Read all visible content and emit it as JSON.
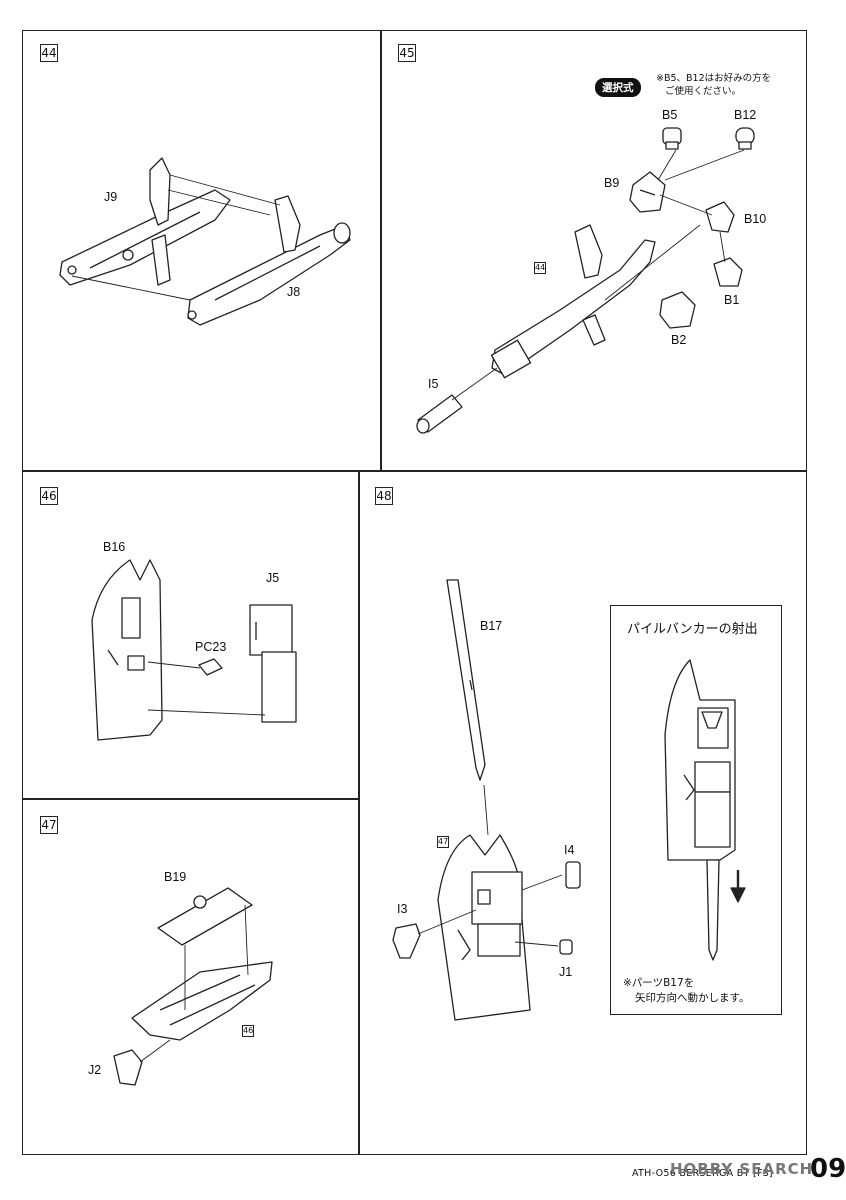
{
  "steps": {
    "s44": "44",
    "s45": "45",
    "s46": "46",
    "s47": "47",
    "s48": "48"
  },
  "step44": {
    "labels": {
      "j9": "J9",
      "j8": "J8"
    }
  },
  "step45": {
    "badge": "選択式",
    "note_line1": "※B5、B12はお好みの方を",
    "note_line2": "ご使用ください。",
    "ref_step": "44",
    "labels": {
      "b5": "B5",
      "b12": "B12",
      "b9": "B9",
      "b10": "B10",
      "b1": "B1",
      "b2": "B2",
      "i5": "I5"
    }
  },
  "step46": {
    "labels": {
      "b16": "B16",
      "j5": "J5",
      "pc23": "PC23"
    }
  },
  "step47": {
    "ref_step": "46",
    "labels": {
      "b19": "B19",
      "j2": "J2"
    }
  },
  "step48": {
    "ref_step": "47",
    "labels": {
      "b17": "B17",
      "i4": "I4",
      "i3": "I3",
      "j1": "J1"
    },
    "inset": {
      "title": "パイルバンカーの射出",
      "note_line1": "※パーツB17を",
      "note_line2": "矢印方向へ動かします。"
    }
  },
  "footer": {
    "product": "ATH-O56 BERSERGA BT [FS]",
    "watermark": "HOBBY SEARCH",
    "page": "09"
  }
}
